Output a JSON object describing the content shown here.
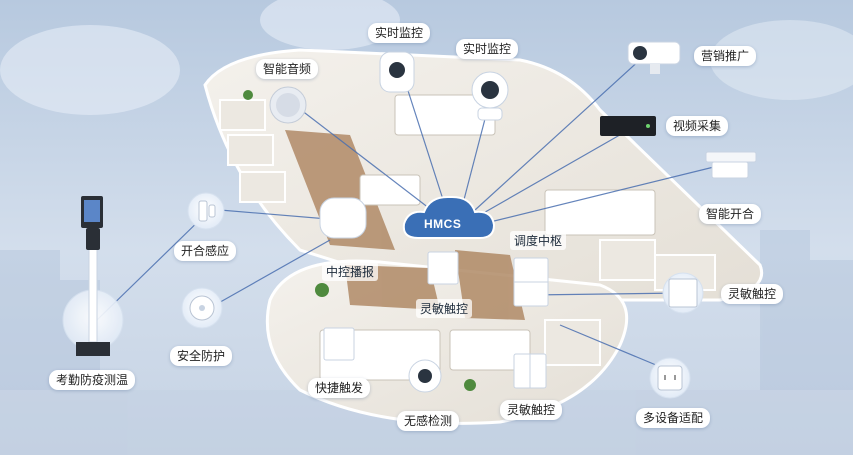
{
  "hub": "HMCS",
  "labels": {
    "monitor_top": "实时监控",
    "monitor_right": "实时监控",
    "smart_audio": "智能音频",
    "marketing": "营销推广",
    "video_capture": "视频采集",
    "smart_curtain": "智能开合",
    "door_sensor": "开合感应",
    "security": "安全防护",
    "attendance": "考勤防疫测温",
    "central_control": "中控播报",
    "scheduling_hub": "调度中枢",
    "touch_panel_center": "灵敏触控",
    "touch_panel_right": "灵敏触控",
    "quick_touch": "快捷触发",
    "touch_panel_bottom": "灵敏触控",
    "presence_detect": "无感检测",
    "multi_outlet": "多设备适配"
  },
  "colors": {
    "background": "#c9d6e6",
    "line": "#4a6fb0",
    "hub": "#3a6fb6",
    "badge_ring": "#dfe9f6"
  }
}
